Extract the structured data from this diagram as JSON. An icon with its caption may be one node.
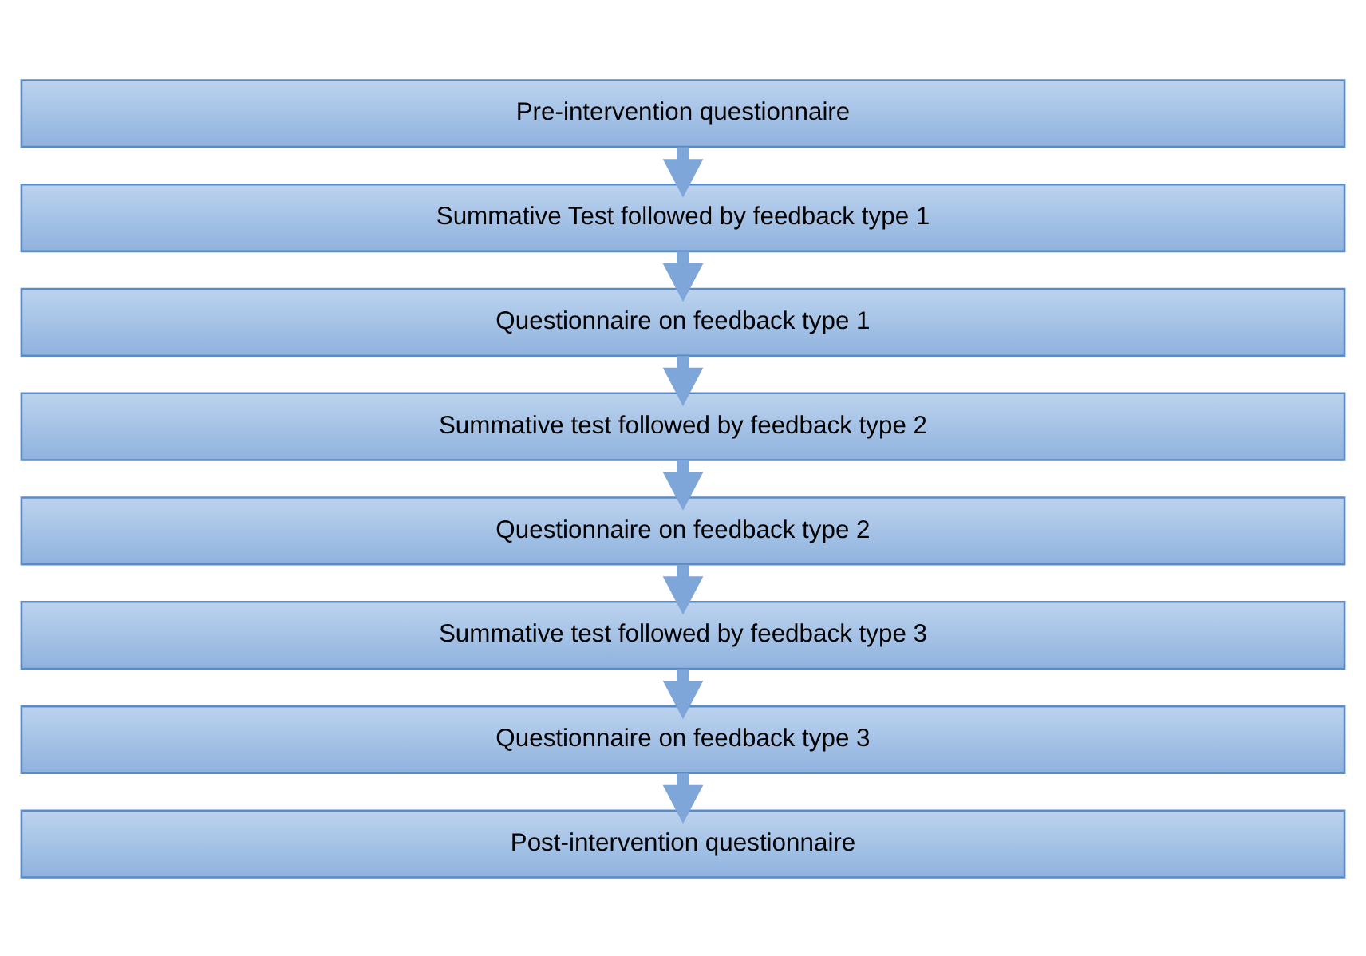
{
  "diagram": {
    "nodes": [
      {
        "text": [
          "Pre-intervention questionnaire"
        ]
      },
      {
        "text": [
          "Summative Test followed by feedback type 1"
        ]
      },
      {
        "text": [
          "Questionnaire on feedback type 1"
        ]
      },
      {
        "text": [
          "Summative test followed by feedback type 2"
        ]
      },
      {
        "text": [
          "Questionnaire on feedback type 2"
        ]
      },
      {
        "text": [
          "Summative test followed by feedback type 3"
        ]
      },
      {
        "text": [
          "Questionnaire on feedback type 3"
        ]
      },
      {
        "text": [
          "Post-intervention questionnaire"
        ]
      }
    ],
    "edges": [
      {
        "from": 0,
        "to": 1,
        "arrow": "to"
      },
      {
        "from": 1,
        "to": 2,
        "arrow": "to"
      },
      {
        "from": 2,
        "to": 3,
        "arrow": "to"
      },
      {
        "from": 3,
        "to": 4,
        "arrow": "to"
      },
      {
        "from": 4,
        "to": 5,
        "arrow": "to"
      },
      {
        "from": 5,
        "to": 6,
        "arrow": "to"
      },
      {
        "from": 6,
        "to": 7,
        "arrow": "to"
      }
    ]
  }
}
